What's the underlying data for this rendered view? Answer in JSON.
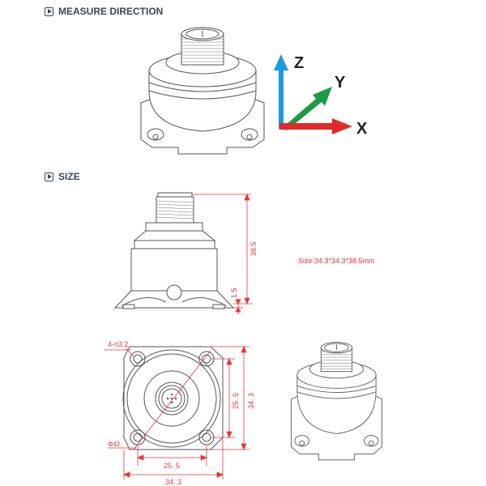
{
  "sections": {
    "measure_direction": {
      "title": "MEASURE DIRECTION",
      "icon": "play-box-icon"
    },
    "size": {
      "title": "SIZE",
      "icon": "play-box-icon"
    }
  },
  "axes": {
    "z_label": "Z",
    "y_label": "Y",
    "x_label": "X",
    "colors": {
      "z": "#1a9be0",
      "y": "#1e9a45",
      "x": "#e32a2a"
    }
  },
  "side_view": {
    "height_dim": "38.5",
    "base_dim": "1.5"
  },
  "size_note": "Size:34.3*34.3*38.5mm",
  "top_view": {
    "hole_label": "4-n3.2",
    "diameter_label": "Φ42",
    "inner_width": "25.5",
    "outer_width": "34.3",
    "inner_height": "25.5",
    "outer_height": "34. 3",
    "inner_width_display": "25. 5",
    "outer_width_display": "34. 3",
    "inner_height_display": "25. 5"
  },
  "colors": {
    "dimension": "#e8343d",
    "heading": "#3d4650",
    "line": "#555555"
  }
}
